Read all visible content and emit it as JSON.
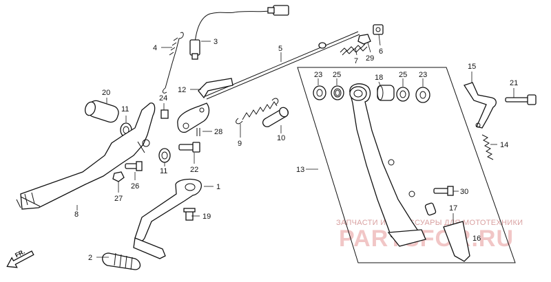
{
  "labels": {
    "p1": "1",
    "p2": "2",
    "p3": "3",
    "p4": "4",
    "p5": "5",
    "p6": "6",
    "p7": "7",
    "p8": "8",
    "p9": "9",
    "p10": "10",
    "p11a": "11",
    "p11b": "11",
    "p12": "12",
    "p13": "13",
    "p14": "14",
    "p15": "15",
    "p16": "16",
    "p17": "17",
    "p18": "18",
    "p19": "19",
    "p20": "20",
    "p21": "21",
    "p22": "22",
    "p23a": "23",
    "p23b": "23",
    "p24": "24",
    "p25a": "25",
    "p25b": "25",
    "p26": "26",
    "p27": "27",
    "p28": "28",
    "p29": "29",
    "p30": "30"
  },
  "direction_label": "FR.",
  "watermark": {
    "top": "ЗАПЧАСТИ И АКСЕССУАРЫ ДЛЯ МОТОТЕХНИКИ",
    "brand": "PARTSFOR.RU"
  }
}
